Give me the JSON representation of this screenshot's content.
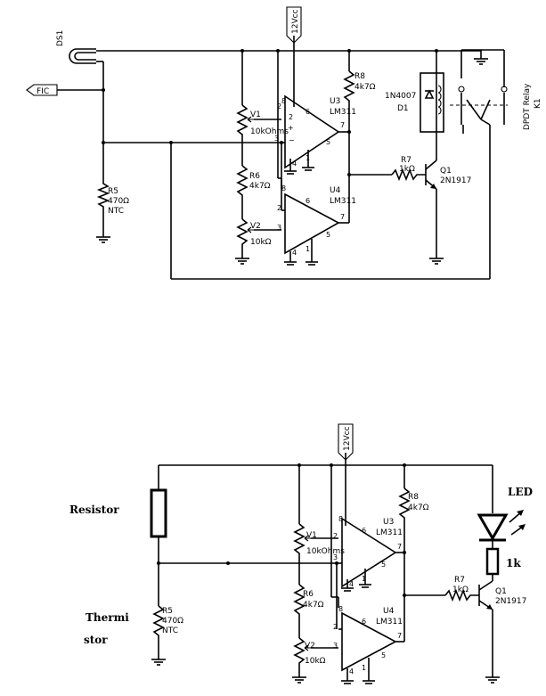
{
  "top": {
    "ds1": "DS1",
    "fic": "FIC",
    "vcc": "12Vcc",
    "r8": [
      "R8",
      "4k7Ω"
    ],
    "u3": [
      "U3",
      "LM311"
    ],
    "u4": [
      "U4",
      "LM311"
    ],
    "v1": [
      "V1",
      "10kOhms"
    ],
    "r6": [
      "R6",
      "4k7Ω"
    ],
    "v2": [
      "V2",
      "10kΩ"
    ],
    "r5": [
      "R5",
      "470Ω",
      "NTC"
    ],
    "r7": [
      "R7",
      "1kΩ"
    ],
    "q1": [
      "Q1",
      "2N1917"
    ],
    "d1": [
      "1N4007",
      "D1"
    ],
    "relay": [
      "DPDT Relay",
      "K1"
    ]
  },
  "bottom": {
    "vcc": "12Vcc",
    "r8": [
      "R8",
      "4k7Ω"
    ],
    "u3": [
      "U3",
      "LM311"
    ],
    "u4": [
      "U4",
      "LM311"
    ],
    "v1": [
      "V1",
      "10kOhms"
    ],
    "r6": [
      "R6",
      "4k7Ω"
    ],
    "v2": [
      "V2",
      "10kΩ"
    ],
    "r5": [
      "R5",
      "470Ω",
      "NTC"
    ],
    "r7": [
      "R7",
      "1kΩ"
    ],
    "q1": [
      "Q1",
      "2N1917"
    ],
    "led": "LED",
    "led_r": "1k",
    "resistor_label": "Resistor",
    "thermistor_label": [
      "Thermi",
      "stor"
    ]
  },
  "pins": {
    "p8": "8",
    "p6": "6",
    "p7": "7",
    "p2": "2",
    "p3": "3",
    "p4": "4",
    "p5": "5",
    "p1": "1"
  }
}
